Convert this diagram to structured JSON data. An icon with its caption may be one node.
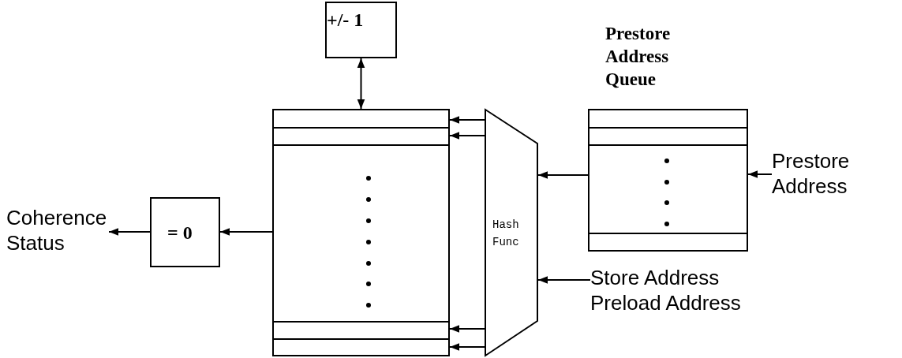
{
  "diagram": {
    "nodes": [
      {
        "text": [
          "+/- 1"
        ]
      },
      {
        "text": [],
        "shape": "box"
      },
      {
        "text": [
          "Hash Func"
        ]
      },
      {
        "text": [
          "Prestore Address Queue"
        ]
      },
      {
        "text": [
          "Prestore Address"
        ]
      },
      {
        "text": [
          "Store Address Preload Address"
        ]
      },
      {
        "text": [
          "= 0"
        ]
      },
      {
        "text": [
          "Coherence Status"
        ]
      }
    ],
    "edges": [
      {
        "from": 0,
        "to": 1,
        "arrow": "both"
      },
      {
        "from": 2,
        "to": 1,
        "arrow": "to"
      },
      {
        "from": 2,
        "to": 1,
        "arrow": "to"
      },
      {
        "from": 2,
        "to": 1,
        "arrow": "to"
      },
      {
        "from": 2,
        "to": 1,
        "arrow": "to"
      },
      {
        "from": 3,
        "to": 2,
        "arrow": "to"
      },
      {
        "from": 4,
        "to": 3,
        "arrow": "to"
      },
      {
        "from": 5,
        "to": 2,
        "arrow": "to"
      },
      {
        "from": 1,
        "to": 6,
        "arrow": "to"
      },
      {
        "from": 6,
        "to": 7,
        "arrow": "to"
      }
    ]
  }
}
